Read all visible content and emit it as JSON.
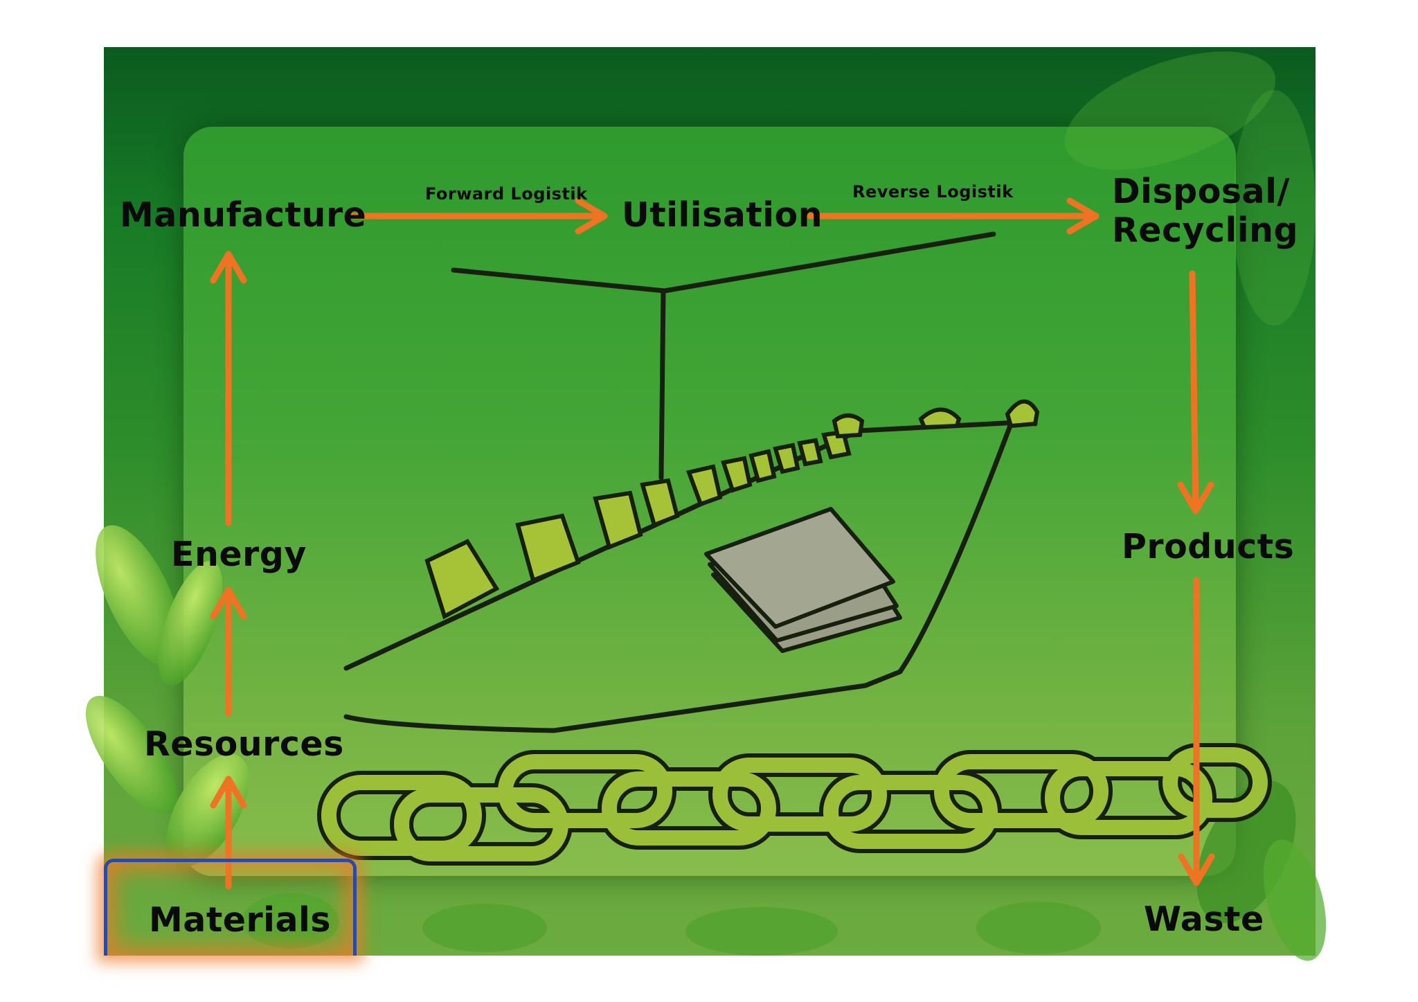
{
  "nodes": {
    "manufacture": "Manufacture",
    "utilisation": "Utilisation",
    "disposal": "Disposal/\nRecycling",
    "energy": "Energy",
    "resources": "Resources",
    "materials": "Materials",
    "products": "Products",
    "waste": "Waste"
  },
  "edges": {
    "forward": "Forward Logistik",
    "reverse": "Reverse Logistik"
  },
  "colors": {
    "arrow": "#ee7423",
    "text": "#0a0a0a",
    "highlight_border": "#2b4aa0"
  }
}
